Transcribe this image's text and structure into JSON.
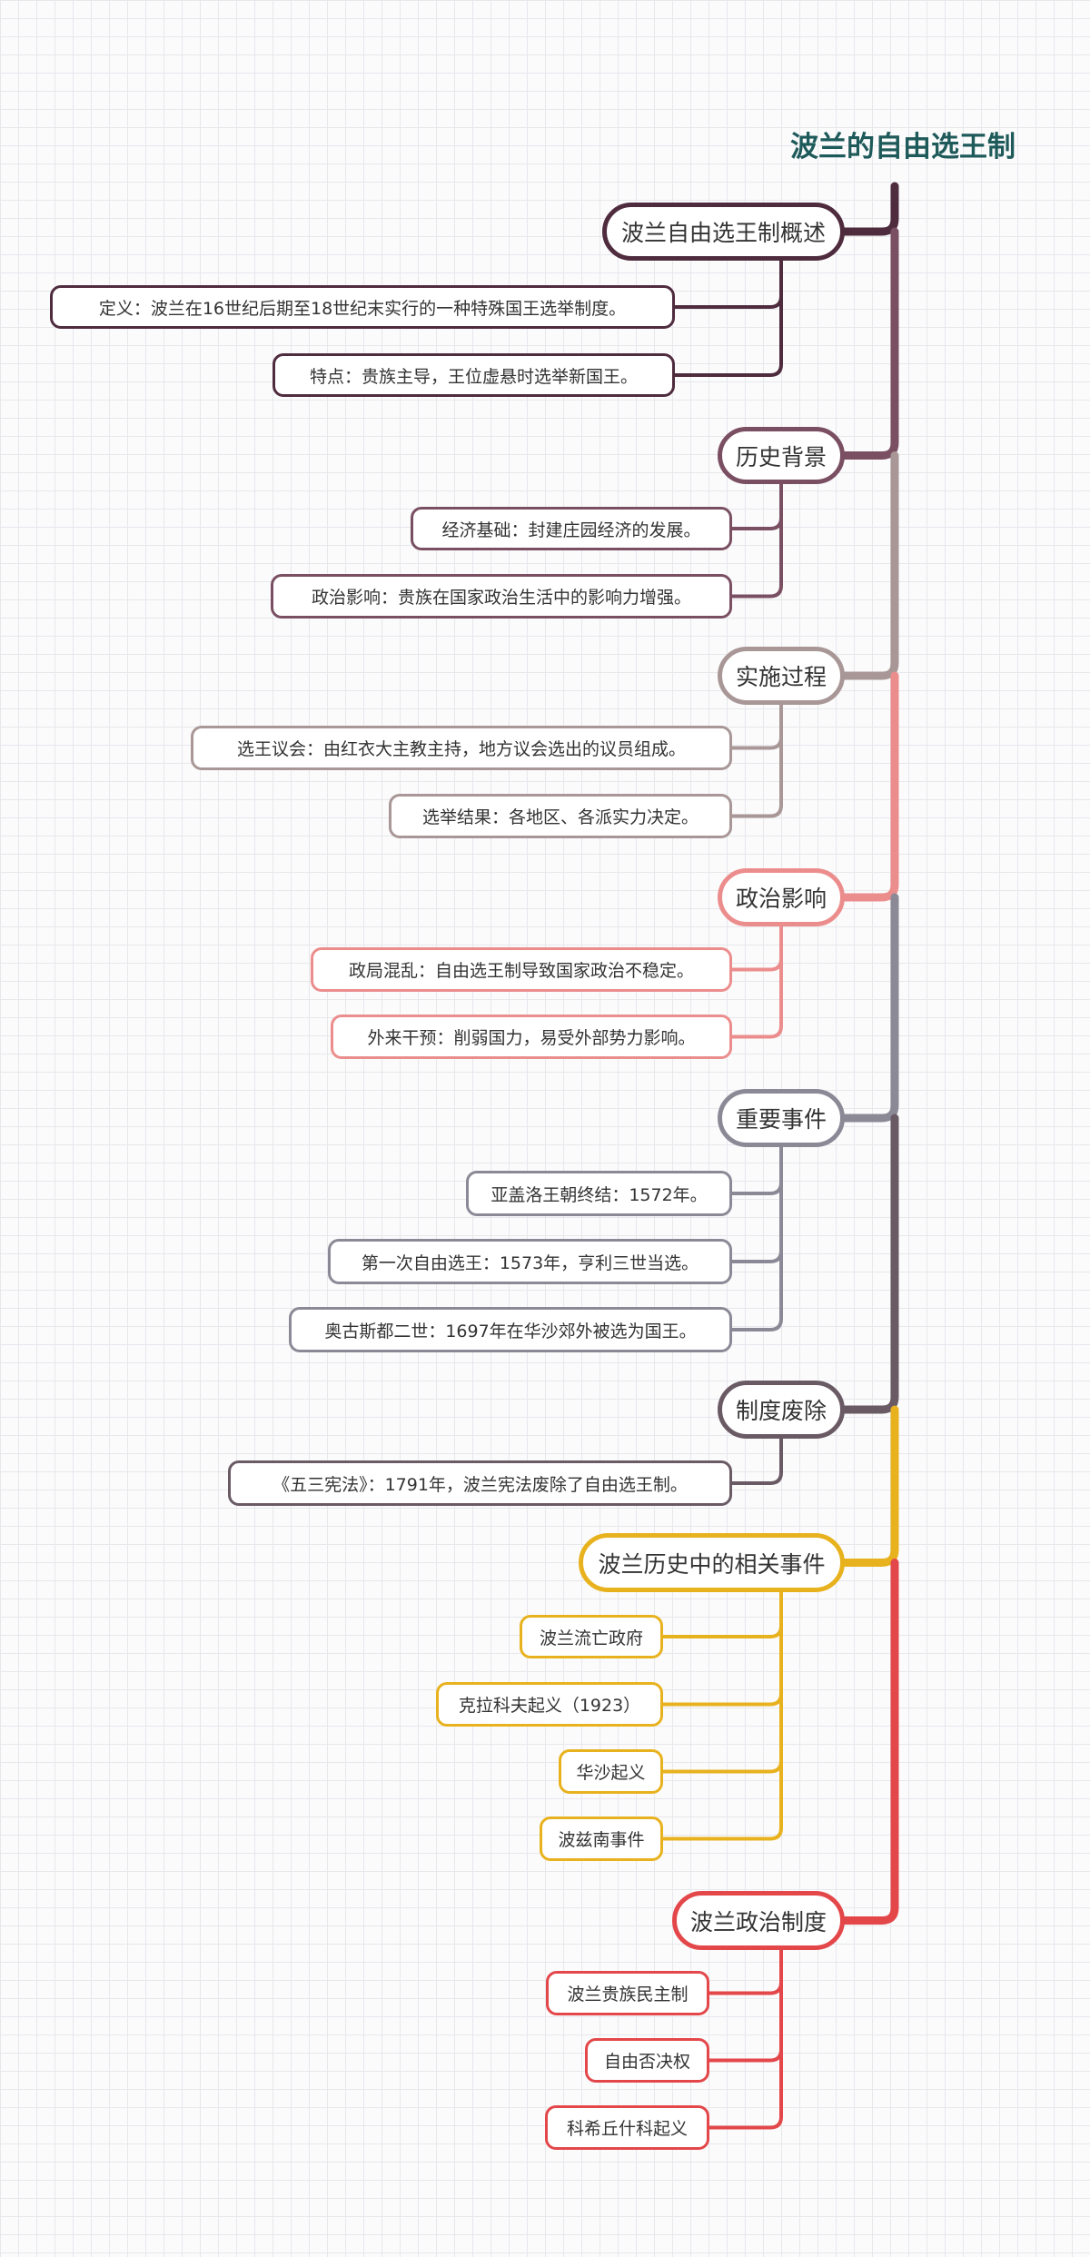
{
  "title": "波兰的自由选王制",
  "branches": [
    {
      "label": "波兰自由选王制概述",
      "color": "#4f2b3e",
      "children": [
        "定义：波兰在16世纪后期至18世纪末实行的一种特殊国王选举制度。",
        "特点：贵族主导，王位虚悬时选举新国王。"
      ]
    },
    {
      "label": "历史背景",
      "color": "#7a4f62",
      "children": [
        "经济基础：封建庄园经济的发展。",
        "政治影响：贵族在国家政治生活中的影响力增强。"
      ]
    },
    {
      "label": "实施过程",
      "color": "#a89796",
      "children": [
        "选王议会：由红衣大主教主持，地方议会选出的议员组成。",
        "选举结果：各地区、各派实力决定。"
      ]
    },
    {
      "label": "政治影响",
      "color": "#ec8d8d",
      "children": [
        "政局混乱：自由选王制导致国家政治不稳定。",
        "外来干预：削弱国力，易受外部势力影响。"
      ]
    },
    {
      "label": "重要事件",
      "color": "#8c8996",
      "children": [
        "亚盖洛王朝终结：1572年。",
        "第一次自由选王：1573年，亨利三世当选。",
        "奥古斯都二世：1697年在华沙郊外被选为国王。"
      ]
    },
    {
      "label": "制度废除",
      "color": "#6a5a64",
      "children": [
        "《五三宪法》：1791年，波兰宪法废除了自由选王制。"
      ]
    },
    {
      "label": "波兰历史中的相关事件",
      "color": "#e8b21e",
      "children": [
        "波兰流亡政府",
        "克拉科夫起义（1923）",
        "华沙起义",
        "波兹南事件"
      ]
    },
    {
      "label": "波兰政治制度",
      "color": "#e3474a",
      "children": [
        "波兰贵族民主制",
        "自由否决权",
        "科希丘什科起义"
      ]
    }
  ]
}
